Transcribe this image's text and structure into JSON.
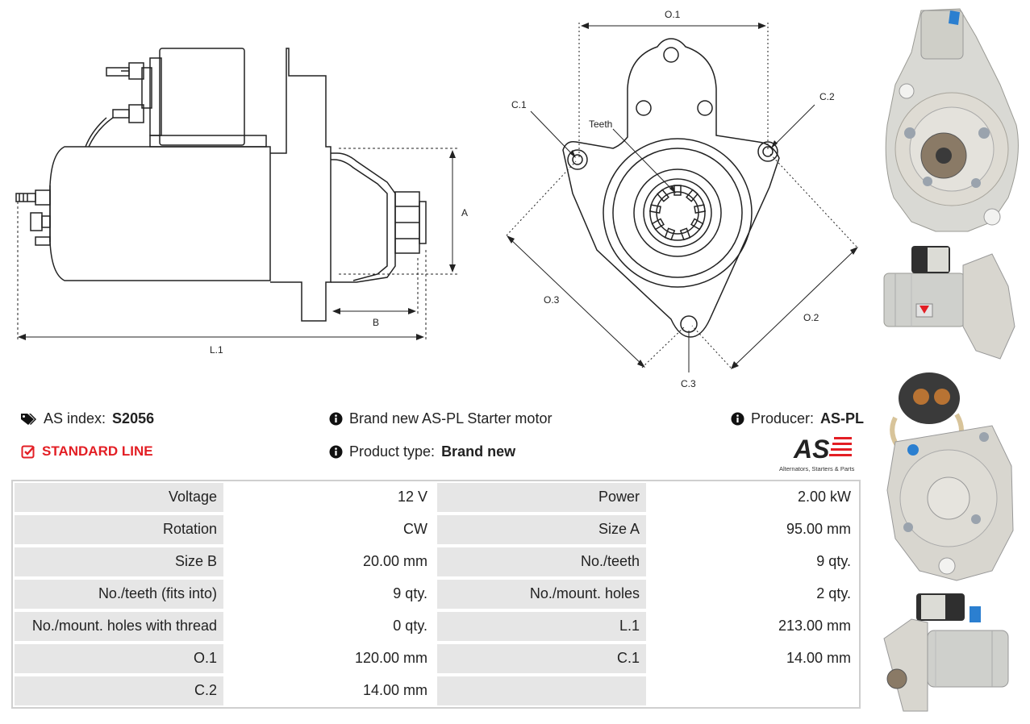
{
  "diagram_labels": {
    "side": {
      "a": "A",
      "b": "B",
      "l1": "L.1"
    },
    "front": {
      "o1": "O.1",
      "o2": "O.2",
      "o3": "O.3",
      "c1": "C.1",
      "c2": "C.2",
      "c3": "C.3",
      "teeth": "Teeth"
    }
  },
  "info": {
    "as_index_label": "AS index:",
    "as_index_value": "S2056",
    "standard_line": "STANDARD LINE",
    "description": "Brand new AS-PL Starter motor",
    "product_type_label": "Product type:",
    "product_type_value": "Brand new",
    "producer_label": "Producer:",
    "producer_value": "AS-PL",
    "logo_text": "AS",
    "logo_tagline": "Alternators, Starters & Parts"
  },
  "specs": [
    {
      "k1": "Voltage",
      "v1": "12 V",
      "k2": "Power",
      "v2": "2.00 kW"
    },
    {
      "k1": "Rotation",
      "v1": "CW",
      "k2": "Size A",
      "v2": "95.00 mm"
    },
    {
      "k1": "Size B",
      "v1": "20.00 mm",
      "k2": "No./teeth",
      "v2": "9 qty."
    },
    {
      "k1": "No./teeth (fits into)",
      "v1": "9 qty.",
      "k2": "No./mount. holes",
      "v2": "2 qty."
    },
    {
      "k1": "No./mount. holes with thread",
      "v1": "0 qty.",
      "k2": "L.1",
      "v2": "213.00 mm"
    },
    {
      "k1": "O.1",
      "v1": "120.00 mm",
      "k2": "C.1",
      "v2": "14.00 mm"
    },
    {
      "k1": "C.2",
      "v1": "14.00 mm",
      "k2": "",
      "v2": ""
    }
  ],
  "colors": {
    "accent": "#e31e24",
    "table_key_bg": "#e6e6e6",
    "table_border": "#cfcfcf"
  },
  "icons": [
    "tags-icon",
    "check-square-icon",
    "info-circle-icon"
  ]
}
